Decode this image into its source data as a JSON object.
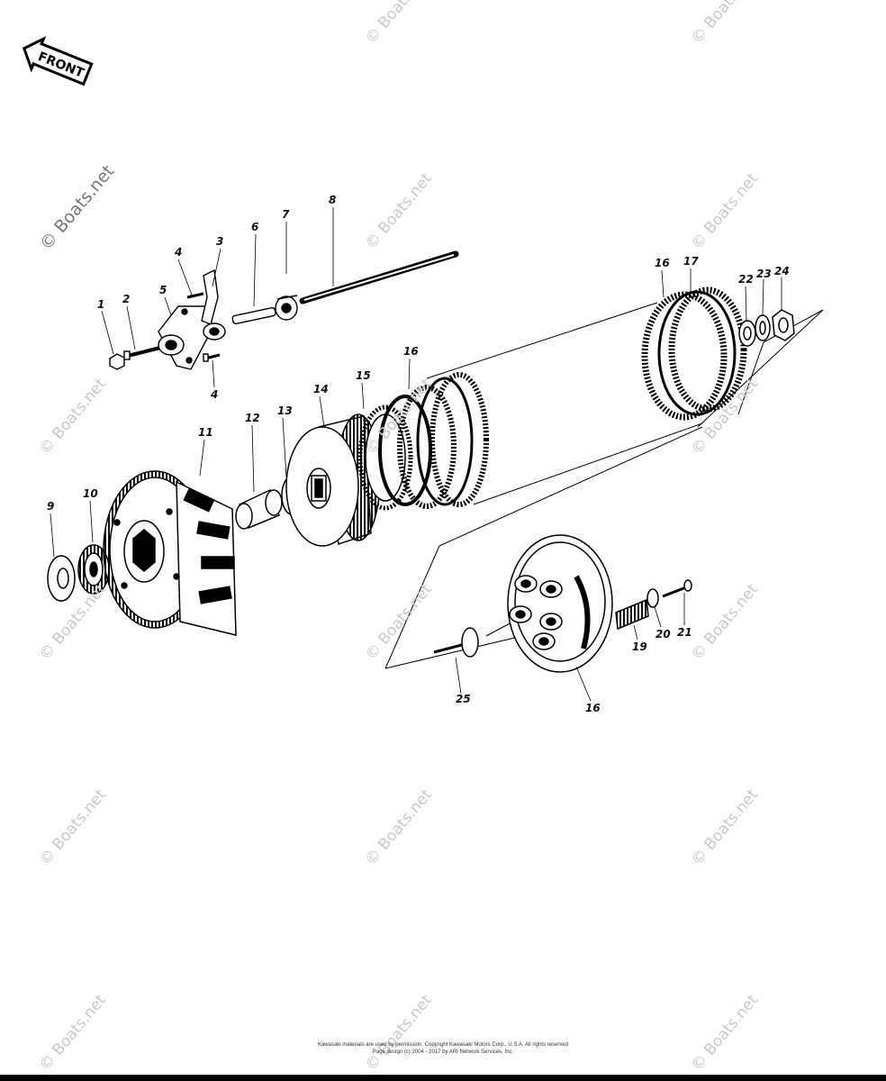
{
  "front_arrow": {
    "label": "FRONT"
  },
  "watermark": "© Boats.net",
  "callouts": {
    "c1": "1",
    "c2": "2",
    "c3": "3",
    "c4a": "4",
    "c4b": "4",
    "c5": "5",
    "c6": "6",
    "c7": "7",
    "c8": "8",
    "c9": "9",
    "c10": "10",
    "c11": "11",
    "c12": "12",
    "c13": "13",
    "c14": "14",
    "c15": "15",
    "c16a": "16",
    "c16b": "16",
    "c16c": "16",
    "c17": "17",
    "c19": "19",
    "c20": "20",
    "c21": "21",
    "c22": "22",
    "c23": "23",
    "c24": "24",
    "c25": "25"
  },
  "footer": {
    "line1": "Kawasaki materials are used by permission. Copyright Kawasaki Motors Corp., U.S.A. All rights reserved",
    "line2": "Page design (c) 2004 - 2017 by ARI Network Services, Inc."
  }
}
